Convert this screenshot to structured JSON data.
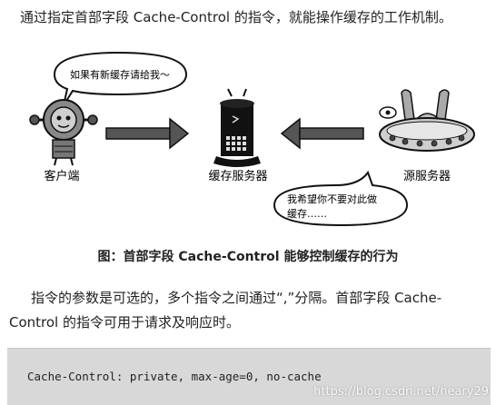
{
  "intro": "通过指定首部字段 Cache-Control 的指令，就能操作缓存的工作机制。",
  "diagram": {
    "client_label": "客户端",
    "cache_label": "缓存服务器",
    "origin_label": "源服务器",
    "bubble_client": "如果有新缓存请给我～",
    "bubble_origin_line1": "我希望你不要对此做",
    "bubble_origin_line2": "缓存……"
  },
  "caption": "图：首部字段 Cache-Control 能够控制缓存的行为",
  "paragraph": "指令的参数是可选的，多个指令之间通过“,”分隔。首部字段 Cache-Control 的指令可用于请求及响应时。",
  "code": "Cache-Control: private, max-age=0, no-cache",
  "watermark": "https://blog.csdn.net/heary29"
}
